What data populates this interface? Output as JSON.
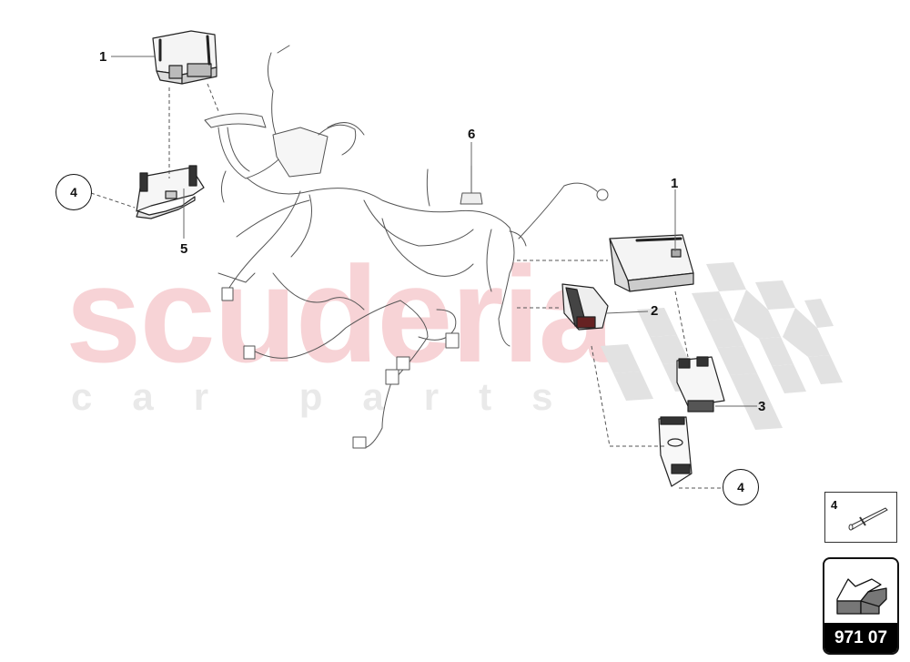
{
  "watermark": {
    "main_text": "scuderia",
    "sub_text": "car parts",
    "main_color": "#f7d3d6",
    "sub_color": "#e9e9e9",
    "checker_color": "#e2e2e2"
  },
  "callouts": [
    {
      "id": "1",
      "label": "1",
      "part": "engine control unit (left)"
    },
    {
      "id": "5",
      "label": "5",
      "part": "bracket (left)"
    },
    {
      "id": "4",
      "label": "4",
      "part": "rivet (left, circled)"
    },
    {
      "id": "6",
      "label": "6",
      "part": "wiring harness"
    },
    {
      "id": "1b",
      "label": "1",
      "part": "engine control unit (right)"
    },
    {
      "id": "2",
      "label": "2",
      "part": "control module"
    },
    {
      "id": "3",
      "label": "3",
      "part": "bracket (right)"
    },
    {
      "id": "4b",
      "label": "4",
      "part": "rivet (right, circled)"
    }
  ],
  "legend": {
    "item_number": "4",
    "item_icon": "rivet-icon"
  },
  "reference": {
    "code": "971 07",
    "icon": "direction-arrow-icon"
  }
}
